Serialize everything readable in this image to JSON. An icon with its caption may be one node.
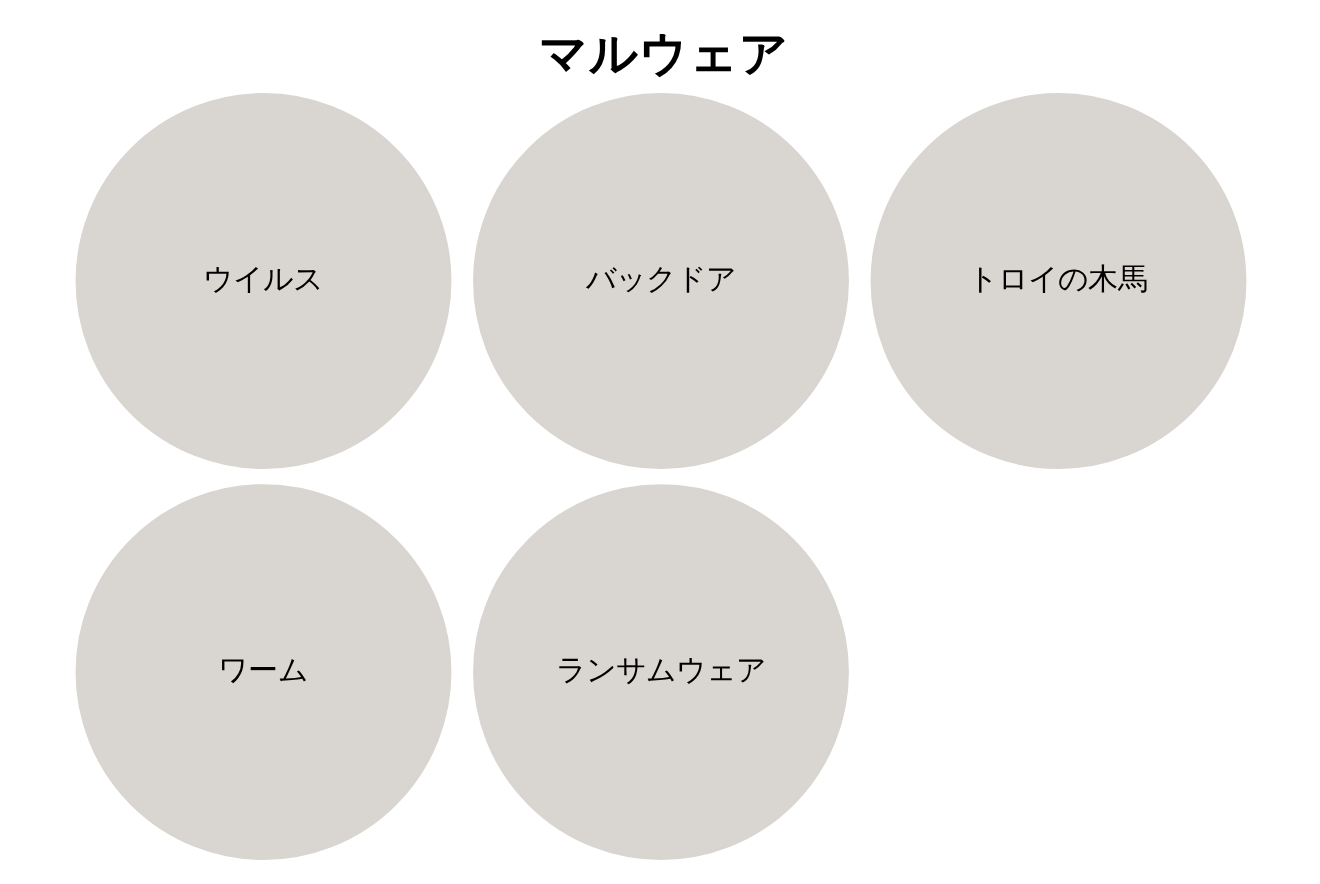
{
  "diagram": {
    "title": "マルウェア",
    "nodes": [
      {
        "text": [
          "ウイルス"
        ]
      },
      {
        "text": [
          "バックドア"
        ]
      },
      {
        "text": [
          "トロイの木馬"
        ]
      },
      {
        "text": [
          "ワーム"
        ]
      },
      {
        "text": [
          "ランサムウェア"
        ]
      }
    ]
  }
}
